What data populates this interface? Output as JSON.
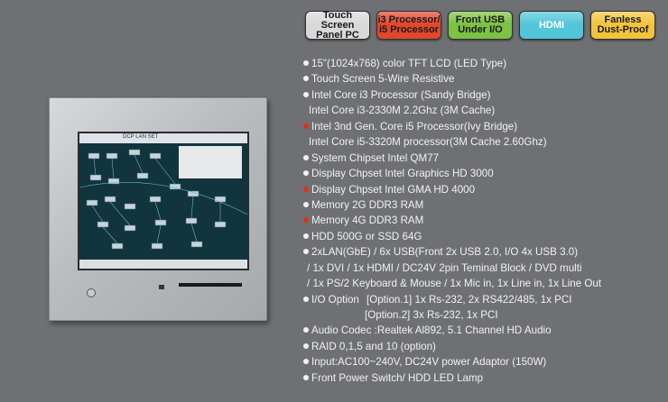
{
  "badges": [
    {
      "label": "Touch Screen\nPanel PC",
      "bg": "#d9d9d9",
      "fg": "#1a1a1a"
    },
    {
      "label": "i3 Processor/\ni5 Processor",
      "bg": "#e2472c",
      "fg": "#1a1a1a"
    },
    {
      "label": "Front USB\nUnder I/O",
      "bg": "#7cc244",
      "fg": "#1a1a1a"
    },
    {
      "label": "HDMI",
      "bg": "#52c6d8",
      "fg": "#ffffff"
    },
    {
      "label": "Fanless\nDust-Proof",
      "bg": "#f2c43c",
      "fg": "#1a1a1a"
    }
  ],
  "colors": {
    "bullet_white": "#f2f2f2",
    "bullet_red": "#e0301e"
  },
  "screen_title": "DCP LAN SET",
  "specs": [
    {
      "text": "15\"(1024x768) color TFT LCD (LED Type)",
      "bullet": "white"
    },
    {
      "text": "Touch Screen 5-Wire Resistive",
      "bullet": "white"
    },
    {
      "text": "Intel Core i3 Processor (Sandy Bridge)",
      "bullet": "white"
    },
    {
      "text": "Intel Core i3-2330M 2.2Ghz (3M Cache)",
      "bullet": "none"
    },
    {
      "text": "Intel 3nd Gen. Core i5 Processor(Ivy Bridge)",
      "bullet": "red"
    },
    {
      "text": "Intel Core i5-3320M processor(3M Cache 2.60Ghz)",
      "bullet": "none"
    },
    {
      "text": "System Chipset Intel QM77",
      "bullet": "white"
    },
    {
      "text": "Display Chpset Intel Graphics HD 3000",
      "bullet": "white"
    },
    {
      "text": "Display Chpset Intel GMA HD 4000",
      "bullet": "red"
    },
    {
      "text": "Memory 2G DDR3 RAM",
      "bullet": "white"
    },
    {
      "text": "Memory 4G DDR3 RAM",
      "bullet": "red"
    },
    {
      "text": "HDD 500G or SSD 64G",
      "bullet": "white"
    },
    {
      "text": "2xLAN(GbE) / 6x USB(Front 2x USB 2.0, I/O 4x USB 3.0)",
      "bullet": "white"
    },
    {
      "text": "/ 1x DVI / 1x HDMI / DC24V 2pin Teminal Block / DVD multi",
      "bullet": "none2"
    },
    {
      "text": "/ 1x PS/2 Keyboard & Mouse / 1x Mic in, 1x Line in, 1x Line Out",
      "bullet": "none2"
    },
    {
      "text": "I/O Option",
      "bullet": "white",
      "col2": "[Option.1] 1x Rs-232, 2x RS422/485, 1x PCI"
    },
    {
      "text": "[Option.2] 3x Rs-232, 1x PCI",
      "bullet": "none3"
    },
    {
      "text": "Audio Codec :Realtek Al892, 5.1 Channel HD Audio",
      "bullet": "white"
    },
    {
      "text": "RAID 0,1,5 and 10 (option)",
      "bullet": "white"
    },
    {
      "text": "Input:AC100~240V, DC24V power Adaptor (150W)",
      "bullet": "white"
    },
    {
      "text": "Front Power Switch/ HDD LED Lamp",
      "bullet": "white"
    }
  ]
}
